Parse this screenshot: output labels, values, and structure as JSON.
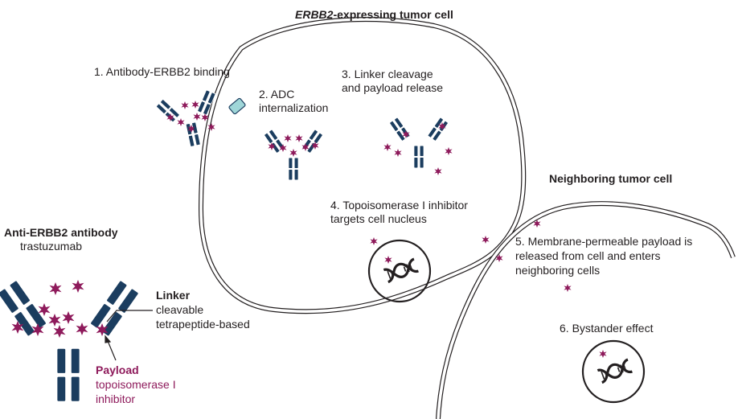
{
  "title_gene": "ERBB2",
  "title_rest": "-expressing tumor cell",
  "neighbor_title": "Neighboring tumor cell",
  "steps": {
    "s1": "1. Antibody-ERBB2 binding",
    "s2a": "2. ADC",
    "s2b": "internalization",
    "s3a": "3. Linker cleavage",
    "s3b": "and payload release",
    "s4a": "4. Topoisomerase I inhibitor",
    "s4b": "targets cell nucleus",
    "s5a": "5. Membrane-permeable payload is",
    "s5b": "released from cell and enters",
    "s5c": "neighboring cells",
    "s6": "6. Bystander effect"
  },
  "legend": {
    "antibody_title": "Anti-ERBB2 antibody",
    "antibody_name": "trastuzumab",
    "linker_title": "Linker",
    "linker_desc1": "cleavable",
    "linker_desc2": "tetrapeptide-based",
    "payload_title": "Payload",
    "payload_desc1": "topoisomerase I",
    "payload_desc2": "inhibitor"
  },
  "colors": {
    "antibody": "#1b3d5f",
    "payload": "#8e1a5b",
    "receptor": "#9fd6d8",
    "membrane": "#231f20",
    "text": "#231f20"
  }
}
